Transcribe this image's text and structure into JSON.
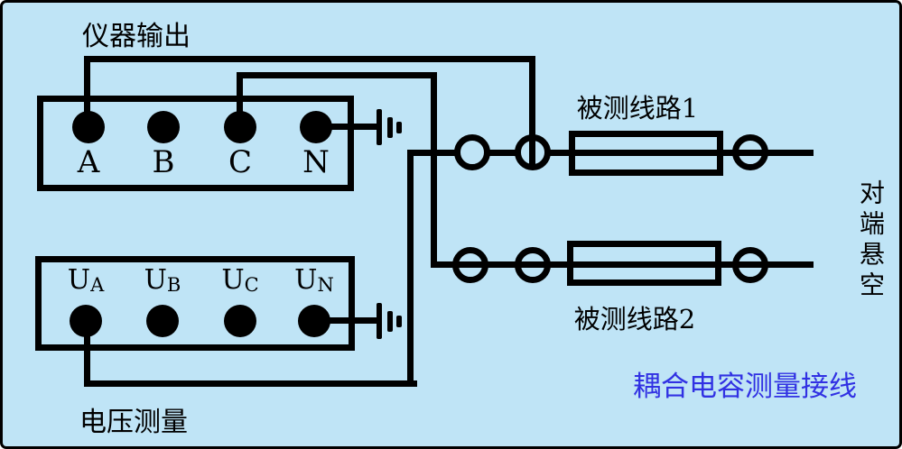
{
  "colors": {
    "background": "#bfe4f6",
    "line_black": "#000000",
    "caption_blue": "#3131e3"
  },
  "labels": {
    "instrument_output": "仪器输出",
    "voltage_measurement": "电压测量",
    "far_end": "对端悬空",
    "caption": "耦合电容测量接线"
  },
  "output_box": {
    "terminals": [
      "A",
      "B",
      "C",
      "N"
    ]
  },
  "voltage_box": {
    "terminals": [
      {
        "main": "U",
        "sub": "A"
      },
      {
        "main": "U",
        "sub": "B"
      },
      {
        "main": "U",
        "sub": "C"
      },
      {
        "main": "U",
        "sub": "N"
      }
    ]
  },
  "tested_lines": [
    {
      "label": "被测线路1"
    },
    {
      "label": "被测线路2"
    }
  ],
  "icons": {
    "ground": "ground-icon (three shrinking bars)"
  }
}
